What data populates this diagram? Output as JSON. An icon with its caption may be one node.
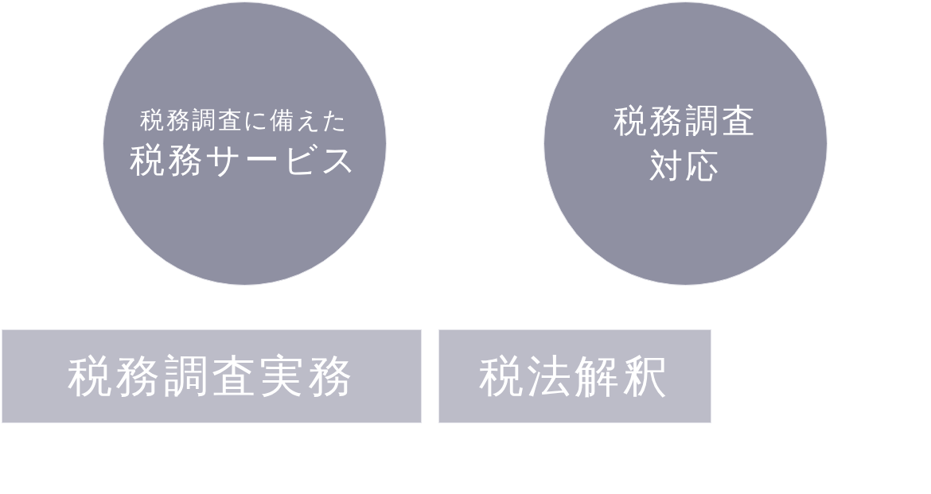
{
  "diagram": {
    "nodes": [
      {
        "text": [
          "税務調査に備えた",
          "税務サービス"
        ]
      },
      {
        "text": [
          "税務調査対応"
        ]
      },
      {
        "text": [
          "税務調査実務"
        ]
      },
      {
        "text": [
          "税法解釈"
        ]
      }
    ]
  }
}
